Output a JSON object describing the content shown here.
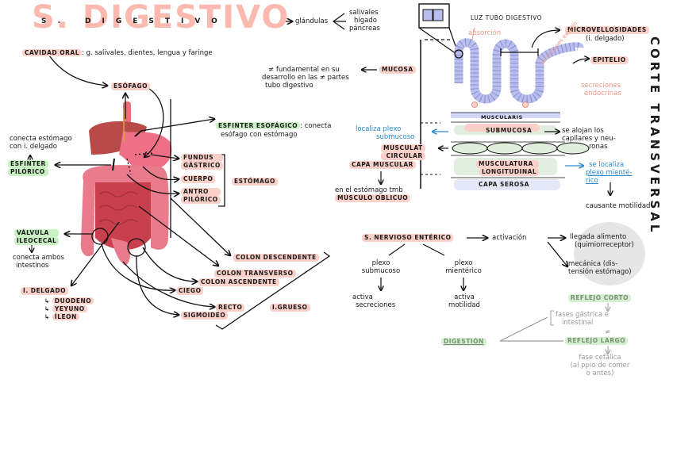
{
  "title": {
    "big": "S. DIGESTIVO",
    "small": "S. DIGESTIVO",
    "glandulas_label": "glándulas",
    "glandulas_items": [
      "salivales",
      "hígado",
      "páncreas"
    ]
  },
  "cavidad_oral": {
    "label": "CAVIDAD ORAL",
    "text": ": g. salivales, dientes, lengua y faringe"
  },
  "esofago": "ESÓFAGO",
  "esfinter_esofagico": {
    "label": "ESFINTER ESOFÁGICO",
    "line1": ": conecta",
    "line2": "esófago con estómago"
  },
  "esfinter_pilorico": {
    "note_line1": "conecta estómago",
    "note_line2": "con i. delgado",
    "label_line1": "ESFINTER",
    "label_line2": "PILÓRICO"
  },
  "estomago": {
    "label": "ESTÓMAGO",
    "parts": [
      {
        "line1": "FUNDUS",
        "line2": "GÁSTRICO"
      },
      {
        "line1": "CUERPO",
        "line2": ""
      },
      {
        "line1": "ANTRO",
        "line2": "PILÓRICO"
      }
    ]
  },
  "valvula": {
    "label_line1": "VÁLVULA",
    "label_line2": "ILEOCECAL",
    "note_line1": "conecta ambos",
    "note_line2": "intestinos"
  },
  "i_delgado": {
    "label": "I. DELGADO",
    "parts": [
      "DUODENO",
      "YEYUNO",
      "ÍLEON"
    ]
  },
  "i_grueso": {
    "label": "I.GRUESO",
    "parts": [
      "COLON DESCENDENTE",
      "COLON TRANSVERSO",
      "COLON ASCENDENTE",
      "CIEGO",
      "RECTO",
      "SIGMOIDEO"
    ]
  },
  "mucosa": {
    "label": "MUCOSA",
    "line1": "≠ fundamental en su",
    "line2": "desarrollo en las ≠ partes",
    "line3": "tubo digestivo"
  },
  "corte": {
    "vertical_title": "CORTE TRANSVERSAL",
    "luz": "LUZ TUBO DIGESTIVO",
    "absorcion": "absorción",
    "microvellosidades": "MICROVELLOSIDADES",
    "microvellosidades_note": "(i. delgado)",
    "secreciones_exocrinas": "secreciones exocrin.",
    "epitelio": "EPITELIO",
    "secreciones_endocrinas_1": "secreciones",
    "secreciones_endocrinas_2": "endocrinas",
    "muscularis": "MUSCULARIS",
    "submucosa": "SUBMUCOSA",
    "submucosa_note_1": "se alojan los",
    "submucosa_note_2": "capilares y neu-",
    "submucosa_note_3": "ronas",
    "plexo_sub_1": "localiza plexo",
    "plexo_sub_2": "submucoso",
    "muscular_circular_1": "MUSCULAT",
    "muscular_circular_2": "CIRCULAR",
    "capa_muscular": "CAPA MUSCULAR",
    "estomago_note_1": "en el estómago tmb",
    "estomago_note_2": "MÚSCULO OBLICUO",
    "longitudinal_1": "MUSCULATURA",
    "longitudinal_2": "LONGITUDINAL",
    "plexo_mient_1": "se localiza",
    "plexo_mient_2": "plexo mienté-",
    "plexo_mient_3": "rico",
    "serosa": "CAPA SEROSA",
    "motilidad": "causante motilidad"
  },
  "snervioso": {
    "label": "S. NERVIOSO ENTÉRICO",
    "activacion": "activación",
    "llegada_1": "llegada alimento",
    "llegada_2": "(quimiorreceptor)",
    "mecanica_1": "mecánica (dis-",
    "mecanica_2": "tensión estómago)",
    "plexo_sub_1": "plexo",
    "plexo_sub_2": "submucoso",
    "plexo_mie_1": "plexo",
    "plexo_mie_2": "mientérico",
    "activa_sec_1": "activa",
    "activa_sec_2": "secreciones",
    "activa_mot_1": "activa",
    "activa_mot_2": "motilidad"
  },
  "digestion": {
    "label": "DIGESTIÓN",
    "reflejo_corto": "REFLEJO CORTO",
    "fases_1": "fases gástrica e",
    "fases_2": "intestinal",
    "neq": "≠",
    "reflejo_largo": "REFLEJO LARGO",
    "cefalica_1": "fase cefálica",
    "cefalica_2": "(al ppio de comer",
    "cefalica_3": "o antes)"
  },
  "colors": {
    "pink_highlight": "#fbd0c9",
    "green_highlight": "#c9f1c4",
    "title_pink": "#fbb9b0",
    "blue_text": "#2a8ad1",
    "salmon_text": "#f19686",
    "villi_fill": "#b9bef0"
  }
}
